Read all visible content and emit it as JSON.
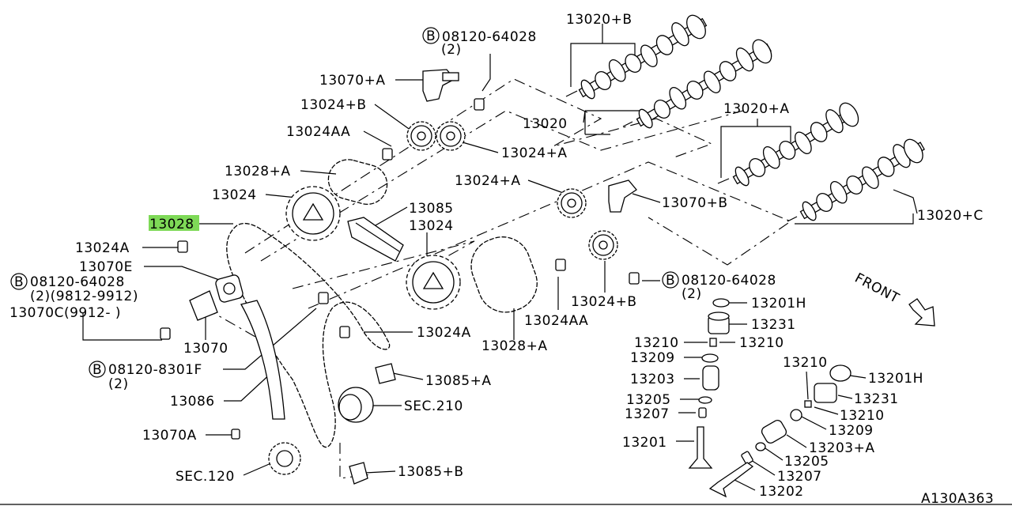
{
  "labels": {
    "l_13020b": "13020+B",
    "l_08120_a": "08120-64028",
    "l_2_a": "(2)",
    "l_13070a_top": "13070+A",
    "l_13024b_top": "13024+B",
    "l_13024aa_top": "13024AA",
    "l_13020": "13020",
    "l_13020a": "13020+A",
    "l_13024a_r1": "13024+A",
    "l_13028a_top": "13028+A",
    "l_13024_left": "13024",
    "l_13024a_mid": "13024+A",
    "l_13070b": "13070+B",
    "l_13028_hl": "13028",
    "l_13085": "13085",
    "l_13024_mid": "13024",
    "l_13020c": "13020+C",
    "l_13024a_left": "13024A",
    "l_13070e": "13070E",
    "l_08120_b": "08120-64028",
    "l_2_b": "(2)(9812-9912)",
    "l_13070c": "13070C(9912- )",
    "l_08120_c": "08120-64028",
    "l_2_c": "(2)",
    "l_13201h_1": "13201H",
    "l_front": "FRONT",
    "l_13024aa_bot": "13024AA",
    "l_13024b_bot": "13024+B",
    "l_13231_1": "13231",
    "l_13070": "13070",
    "l_13024a_bot": "13024A",
    "l_13028a_bot": "13028+A",
    "l_13210_a": "13210",
    "l_13210_b": "13210",
    "l_13209_1": "13209",
    "l_08120_d": "08120-8301F",
    "l_2_d": "(2)",
    "l_13085a": "13085+A",
    "l_13203": "13203",
    "l_13210_c": "13210",
    "l_13201h_2": "13201H",
    "l_13086": "13086",
    "l_sec210": "SEC.210",
    "l_13205_1": "13205",
    "l_13231_2": "13231",
    "l_13207_1": "13207",
    "l_13210_d": "13210",
    "l_13070a_bot": "13070A",
    "l_13209_2": "13209",
    "l_13201": "13201",
    "l_13203a": "13203+A",
    "l_13205_2": "13205",
    "l_sec120": "SEC.120",
    "l_13085b": "13085+B",
    "l_13207_2": "13207",
    "l_13202": "13202",
    "l_code": "A130A363"
  },
  "bolt_symbol": "B",
  "colors": {
    "highlight": "#7ed957",
    "line": "#000000",
    "background": "#ffffff"
  }
}
